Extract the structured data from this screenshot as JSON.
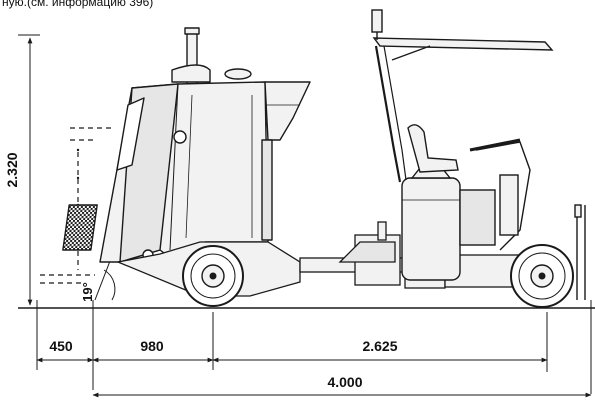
{
  "caption": "ную.(см. информацию 396)",
  "dimensions": {
    "height": "2.320",
    "front_overhang": "450",
    "front_to_axle": "980",
    "wheelbase": "2.625",
    "total_length": "4.000",
    "approach_angle": "19°"
  },
  "colors": {
    "line": "#1a1a1a",
    "background": "#ffffff",
    "panel": "#f2f2f2"
  }
}
